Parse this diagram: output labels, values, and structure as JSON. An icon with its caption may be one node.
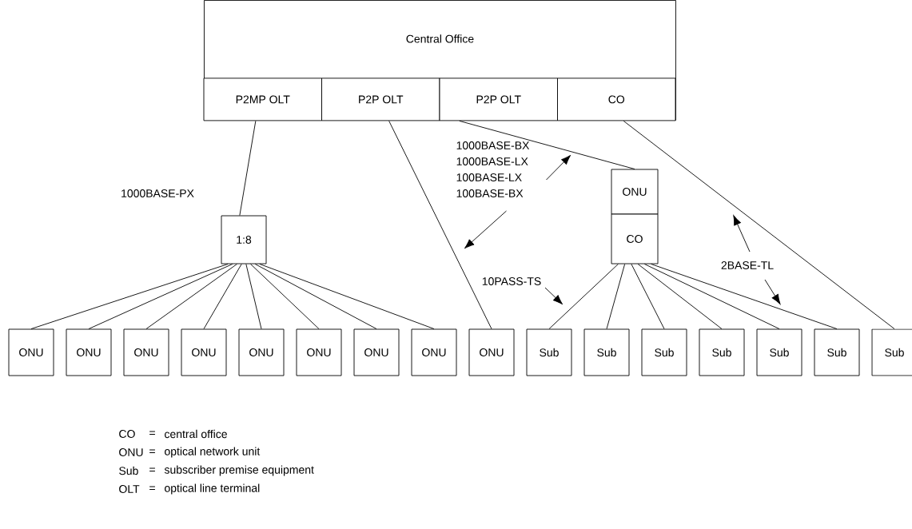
{
  "diagram": {
    "nodes": [
      {
        "text": [
          "Central Office"
        ]
      },
      {
        "text": [
          "P2MP OLT"
        ],
        "in": 0
      },
      {
        "text": [
          "P2P OLT"
        ],
        "in": 0
      },
      {
        "text": [
          "P2P OLT"
        ],
        "in": 0
      },
      {
        "text": [
          "CO"
        ],
        "in": 0
      },
      {
        "text": [
          "1:8"
        ]
      },
      {
        "text": [
          "ONU"
        ]
      },
      {
        "text": [
          "CO"
        ]
      },
      {
        "text": [
          "ONU"
        ]
      },
      {
        "text": [
          "ONU"
        ]
      },
      {
        "text": [
          "ONU"
        ]
      },
      {
        "text": [
          "ONU"
        ]
      },
      {
        "text": [
          "ONU"
        ]
      },
      {
        "text": [
          "ONU"
        ]
      },
      {
        "text": [
          "ONU"
        ]
      },
      {
        "text": [
          "ONU"
        ]
      },
      {
        "text": [
          "ONU"
        ]
      },
      {
        "text": [
          "Sub"
        ]
      },
      {
        "text": [
          "Sub"
        ]
      },
      {
        "text": [
          "Sub"
        ]
      },
      {
        "text": [
          "Sub"
        ]
      },
      {
        "text": [
          "Sub"
        ]
      },
      {
        "text": [
          "Sub"
        ]
      },
      {
        "text": [
          "Sub"
        ]
      },
      {
        "text": [
          "1000BASE-BX",
          "1000BASE-LX",
          "100BASE-LX",
          "100BASE-BX"
        ]
      },
      {
        "text": [
          "10PASS-TS"
        ]
      },
      {
        "text": [
          "2BASE-TL"
        ]
      }
    ],
    "edges": [
      {
        "from": 1,
        "to": 5,
        "arrow": "none"
      },
      {
        "from": 5,
        "to": 8,
        "arrow": "none"
      },
      {
        "from": 5,
        "to": 9,
        "arrow": "none"
      },
      {
        "from": 5,
        "to": 10,
        "arrow": "none"
      },
      {
        "from": 5,
        "to": 11,
        "arrow": "none"
      },
      {
        "from": 5,
        "to": 12,
        "arrow": "none"
      },
      {
        "from": 5,
        "to": 13,
        "arrow": "none"
      },
      {
        "from": 5,
        "to": 14,
        "arrow": "none"
      },
      {
        "from": 5,
        "to": 15,
        "arrow": "none"
      },
      {
        "from": 2,
        "to": 16,
        "arrow": "none"
      },
      {
        "from": 3,
        "to": 6,
        "arrow": "none"
      },
      {
        "from": 7,
        "to": 17,
        "arrow": "none"
      },
      {
        "from": 7,
        "to": 18,
        "arrow": "none"
      },
      {
        "from": 7,
        "to": 19,
        "arrow": "none"
      },
      {
        "from": 7,
        "to": 20,
        "arrow": "none"
      },
      {
        "from": 7,
        "to": 21,
        "arrow": "none"
      },
      {
        "from": 7,
        "to": 22,
        "arrow": "none"
      },
      {
        "from": 4,
        "to": 23,
        "arrow": "none"
      },
      {
        "from": 24,
        "to": null,
        "arrow": "to"
      },
      {
        "from": 24,
        "to": null,
        "arrow": "to"
      },
      {
        "from": 25,
        "to": null,
        "arrow": "to"
      },
      {
        "from": 26,
        "to": null,
        "arrow": "to"
      },
      {
        "from": 26,
        "to": null,
        "arrow": "to"
      }
    ],
    "labels": [
      "1000BASE-PX",
      "CO",
      "=",
      "central office",
      "ONU",
      "=",
      "optical network unit",
      "Sub",
      "=",
      "subscriber premise equipment",
      "OLT",
      "=",
      "optical line terminal"
    ]
  }
}
